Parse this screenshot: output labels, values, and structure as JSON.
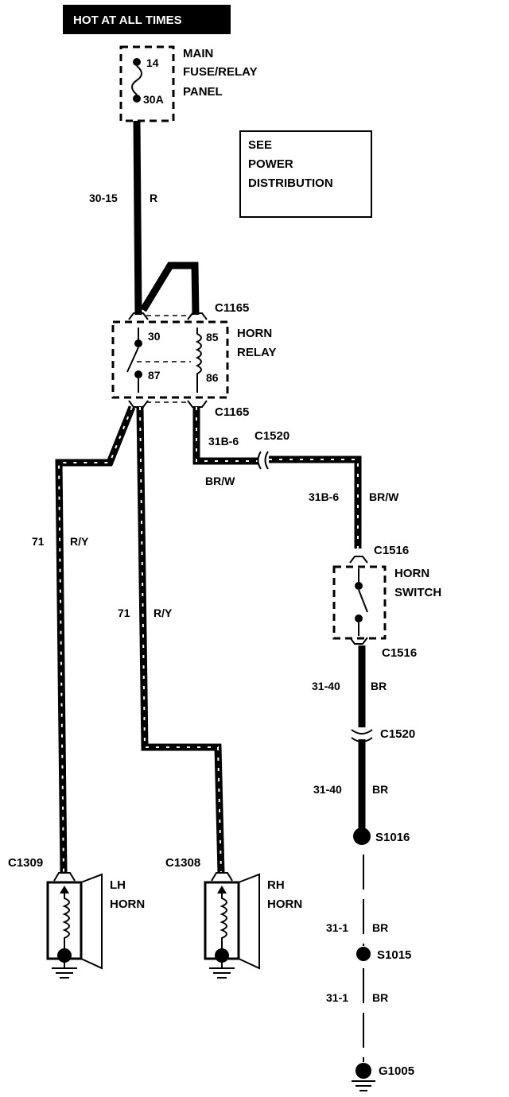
{
  "banner": "HOT AT ALL TIMES",
  "fuse_panel": {
    "label_lines": [
      "MAIN",
      "FUSE/RELAY",
      "PANEL"
    ],
    "fuse_number": "14",
    "fuse_rating": "30A"
  },
  "see_box": {
    "lines": [
      "SEE",
      "POWER",
      "DISTRIBUTION"
    ]
  },
  "feed_wire": {
    "circuit": "30-15",
    "color": "R"
  },
  "horn_relay": {
    "label_lines": [
      "HORN",
      "RELAY"
    ],
    "connector_top": "C1165",
    "connector_bottom": "C1165",
    "pins": [
      "30",
      "85",
      "87",
      "86"
    ]
  },
  "relay_to_switch_wire": {
    "circuit": "31B-6",
    "connector": "C1520",
    "color": "BR/W"
  },
  "switch_feed_wire": {
    "circuit": "31B-6",
    "color": "BR/W"
  },
  "lh_horn_wire": {
    "circuit": "71",
    "color": "R/Y"
  },
  "rh_horn_wire": {
    "circuit": "71",
    "color": "R/Y"
  },
  "horn_switch": {
    "label_lines": [
      "HORN",
      "SWITCH"
    ],
    "connector_top": "C1516",
    "connector_bottom": "C1516"
  },
  "ground_wire_1": {
    "circuit": "31-40",
    "color": "BR"
  },
  "connector_c1520_lower": "C1520",
  "ground_wire_2": {
    "circuit": "31-40",
    "color": "BR"
  },
  "splice_1": "S1016",
  "ground_wire_3": {
    "circuit": "31-1",
    "color": "BR"
  },
  "splice_2": "S1015",
  "ground_wire_4": {
    "circuit": "31-1",
    "color": "BR"
  },
  "ground": "G1005",
  "lh_horn": {
    "connector": "C1309",
    "label_lines": [
      "LH",
      "HORN"
    ]
  },
  "rh_horn": {
    "connector": "C1308",
    "label_lines": [
      "RH",
      "HORN"
    ]
  }
}
